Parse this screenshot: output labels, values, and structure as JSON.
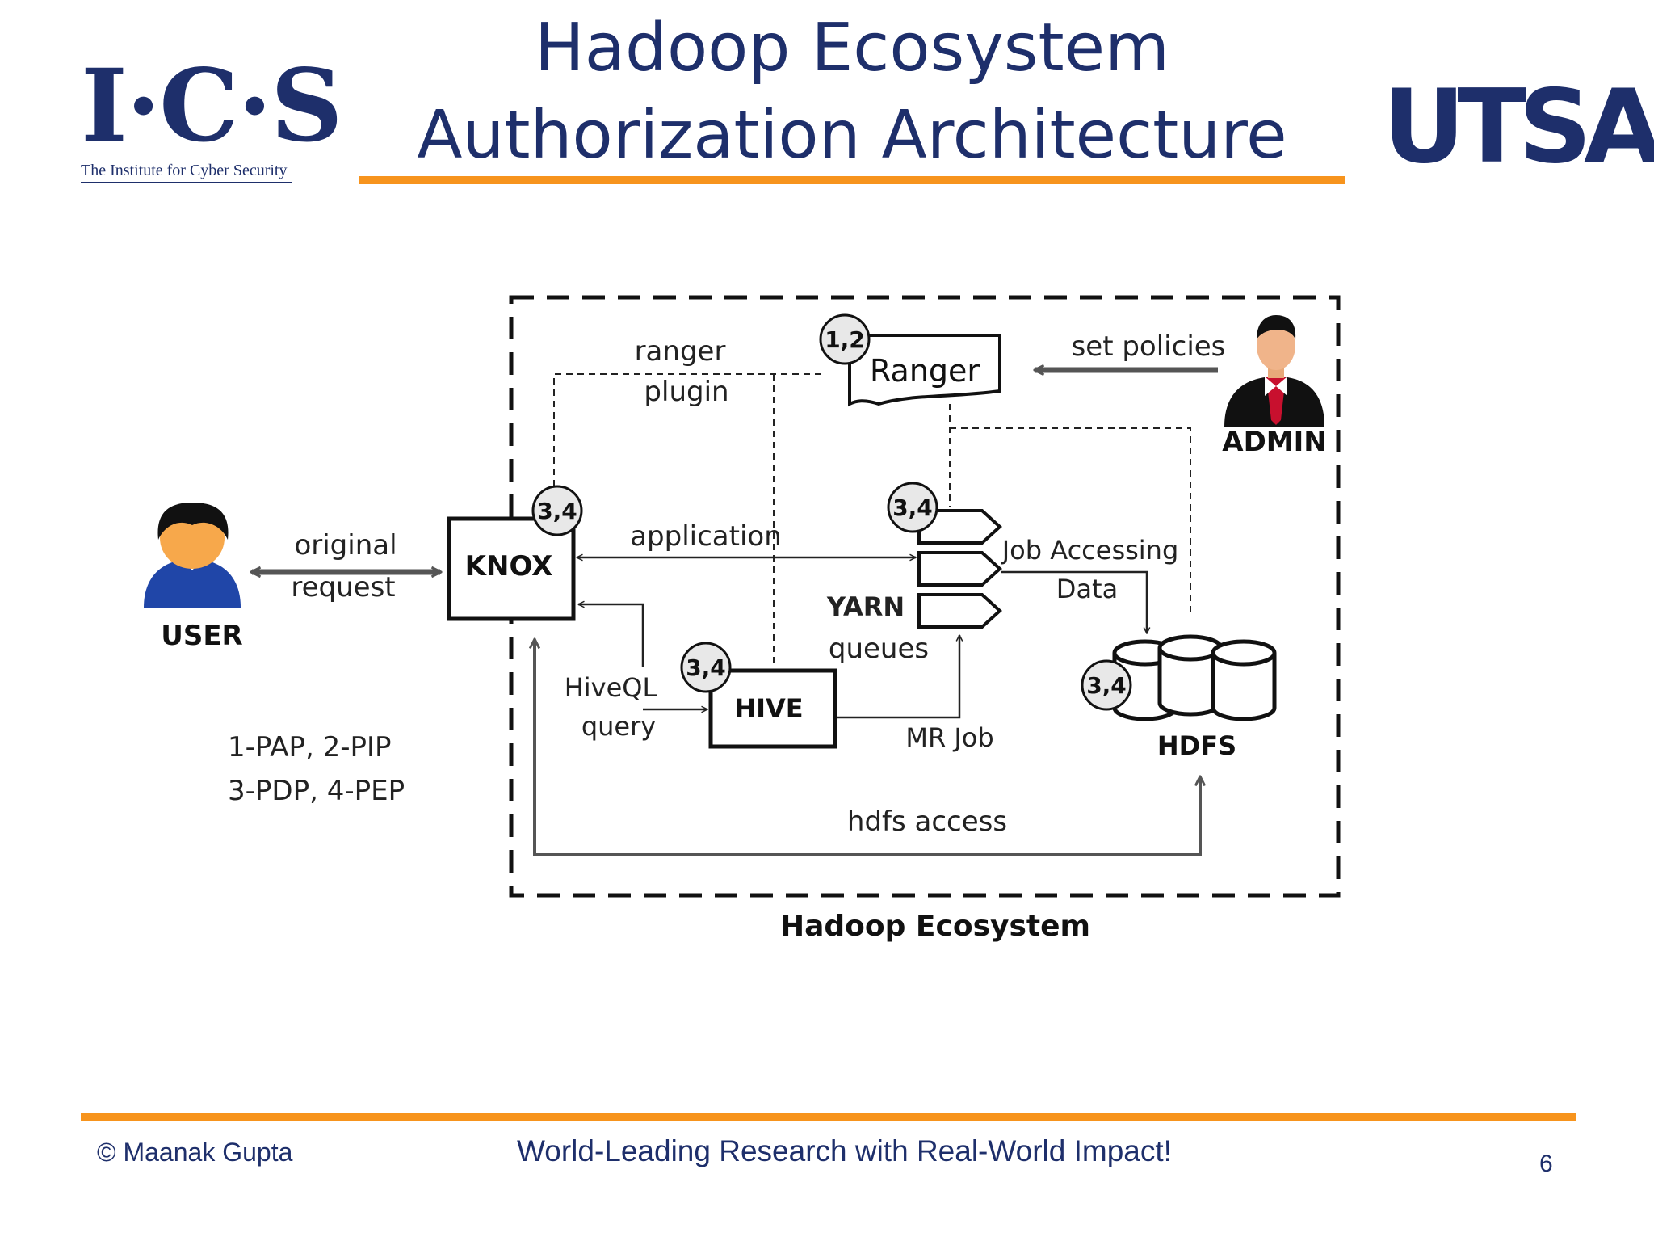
{
  "header": {
    "title_line1": "Hadoop Ecosystem",
    "title_line2": "Authorization Architecture",
    "left_logo_text": "I·C·S",
    "left_logo_tagline": "The Institute for Cyber Security",
    "right_logo_text": "UTSA",
    "right_logo_mark": "®"
  },
  "diagram": {
    "user": "USER",
    "admin": "ADMIN",
    "original_request_1": "original",
    "original_request_2": "request",
    "knox": "KNOX",
    "ranger": "Ranger",
    "ranger_plugin_1": "ranger",
    "ranger_plugin_2": "plugin",
    "set_policies": "set policies",
    "application": "application",
    "job_accessing_1": "Job Accessing",
    "job_accessing_2": "Data",
    "yarn_1": "YARN",
    "yarn_2": "queues",
    "hiveql_1": "HiveQL",
    "hiveql_2": "query",
    "hive": "HIVE",
    "mr_job": "MR Job",
    "hdfs": "HDFS",
    "hdfs_access": "hdfs access",
    "boundary_label": "Hadoop Ecosystem",
    "legend_line1": "1-PAP, 2-PIP",
    "legend_line2": "3-PDP, 4-PEP",
    "badge_ranger": "1,2",
    "badge_knox": "3,4",
    "badge_yarn": "3,4",
    "badge_hive": "3,4",
    "badge_hdfs": "3,4"
  },
  "footer": {
    "copyright": "© Maanak Gupta",
    "tagline": "World-Leading Research with Real-World Impact!",
    "page_number": "6"
  },
  "colors": {
    "navy": "#1e2f6b",
    "orange": "#f7941d"
  }
}
